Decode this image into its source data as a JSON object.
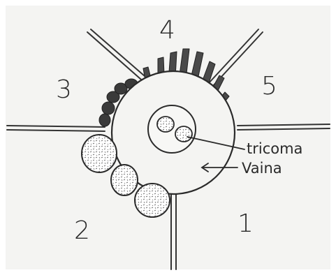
{
  "diagram": {
    "regions": [
      "1",
      "2",
      "3",
      "4",
      "5"
    ],
    "labels": {
      "trichome": "tricoma",
      "sheath": "Vaina"
    }
  }
}
